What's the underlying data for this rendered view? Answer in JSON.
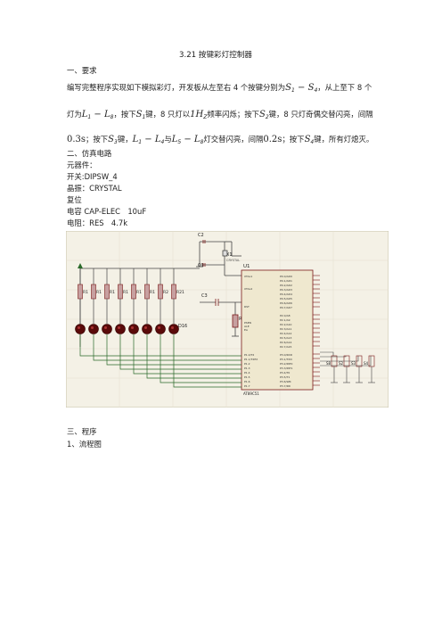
{
  "title": "3.21 按键彩灯控制器",
  "sec1": "一、要求",
  "req": {
    "l1a": "编写完整程序实现如下模拟彩灯，开发板从左至右 4 个按键分别为",
    "l1b": "，从上至下 8 个",
    "l2a": "灯为",
    "l2b": "，按下",
    "l2c": "键，8 只灯以",
    "l2d": "频率闪烁；按下",
    "l2e": "键，8 只灯奇偶交替闪亮，间隔",
    "l3a": "；按下",
    "l3b": "键，",
    "l3c": "与",
    "l3d": "灯交替闪亮，间隔",
    "l3e": "；按下",
    "l3f": "键，所有灯熄灭。",
    "sym": {
      "S1": "S",
      "S1n": "1",
      "S4": "S",
      "S4n": "4",
      "dash": "−",
      "L1": "L",
      "L1n": "1",
      "L8": "L",
      "L8n": "8",
      "S1b": "S",
      "S1bn": "1",
      "freq": "1H",
      "freqn": "Z",
      "S2": "S",
      "S2n": "2",
      "t03": "0.3s",
      "S3": "S",
      "S3n": "3",
      "La": "L",
      "Lan": "1",
      "Lb": "L",
      "Lbn": "4",
      "Lc": "L",
      "Lcn": "5",
      "Ld": "L",
      "Ldn": "8",
      "t02": "0.2s",
      "S4b": "S",
      "S4bn": "4"
    }
  },
  "sec2": "二、仿真电路",
  "parts": {
    "header": "元器件：",
    "switch": "开关:DIPSW_4",
    "crystal": "晶振：CRYSTAL",
    "reset": "复位",
    "cap": "电容 CAP-ELEC　10uF",
    "res": "电阻：RES　4.7k"
  },
  "schematic": {
    "c2": "C2",
    "c1": "C1",
    "c3": "C3",
    "x1": "X1",
    "crystal": "CRYSTAL",
    "u1": "U1",
    "chip": "AT89C51",
    "r9": "R9",
    "resistors": [
      "R1",
      "R1",
      "R1",
      "R1",
      "R1",
      "R1",
      "R2",
      "R21"
    ],
    "led_label": "D16",
    "switches": [
      "S8",
      "S2",
      "S3",
      "S4"
    ],
    "p0": [
      "P0.0/AD0",
      "P0.1/AD1",
      "P0.2/AD2",
      "P0.3/AD3",
      "P0.4/AD4",
      "P0.5/AD5",
      "P0.6/AD6",
      "P0.7/AD7"
    ],
    "p2": [
      "P2.0/A8",
      "P2.1/A9",
      "P2.2/A10",
      "P2.3/A11",
      "P2.4/A12",
      "P2.5/A13",
      "P2.6/A14",
      "P2.7/A15"
    ],
    "p3": [
      "P3.0/RXD",
      "P3.1/TXD",
      "P3.2/INT0",
      "P3.3/INT1",
      "P3.4/T0",
      "P3.5/T1",
      "P3.6/WR",
      "P3.7/RD"
    ],
    "p1": [
      "P1.0/T2",
      "P1.1/T2EX",
      "P1.2",
      "P1.3",
      "P1.4",
      "P1.5",
      "P1.6",
      "P1.7"
    ],
    "left_pins": [
      "XTAL1",
      "XTAL2",
      "RST",
      "PSEN",
      "ALE",
      "EA"
    ]
  },
  "sec3": "三、程序",
  "flow": "1、流程图"
}
